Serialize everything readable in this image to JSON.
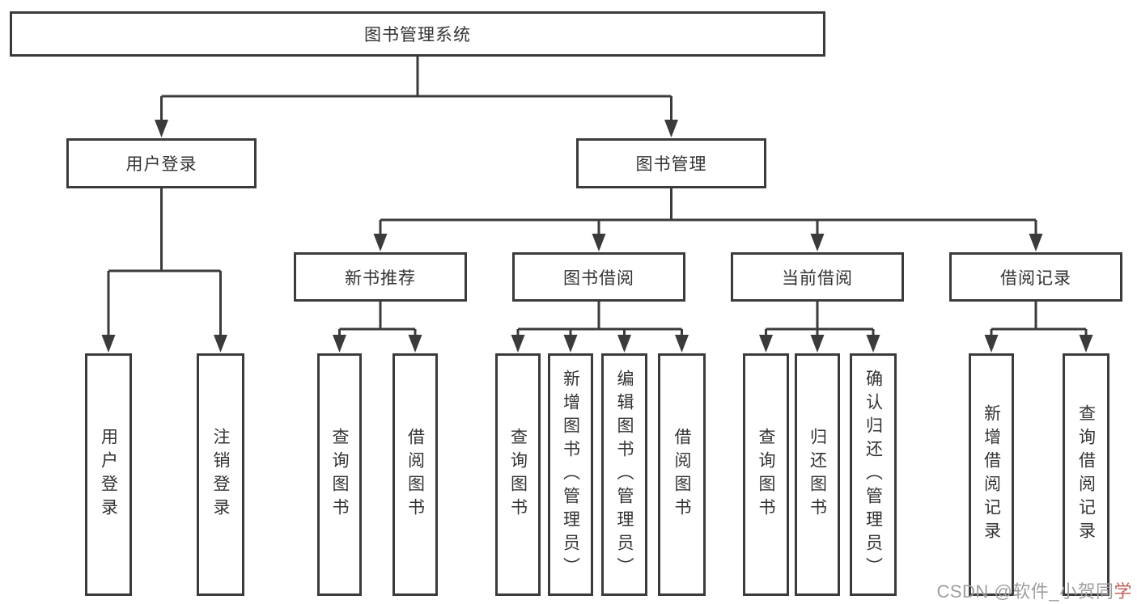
{
  "colors": {
    "line": "#3b3b3b",
    "text": "#333333",
    "background": "#ffffff",
    "watermark": "#9e9e9e",
    "watermark_accent": "#c0605e"
  },
  "tree": {
    "label": "图书管理系统",
    "children": [
      {
        "label": "用户登录",
        "children": [
          {
            "label": "用户登录"
          },
          {
            "label": "注销登录"
          }
        ]
      },
      {
        "label": "图书管理",
        "children": [
          {
            "label": "新书推荐",
            "children": [
              {
                "label": "查询图书"
              },
              {
                "label": "借阅图书"
              }
            ]
          },
          {
            "label": "图书借阅",
            "children": [
              {
                "label": "查询图书"
              },
              {
                "label": "新增图书（管理员）"
              },
              {
                "label": "编辑图书（管理员）"
              },
              {
                "label": "借阅图书"
              }
            ]
          },
          {
            "label": "当前借阅",
            "children": [
              {
                "label": "查询图书"
              },
              {
                "label": "归还图书"
              },
              {
                "label": "确认归还（管理员）"
              }
            ]
          },
          {
            "label": "借阅记录",
            "children": [
              {
                "label": "新增借阅记录"
              },
              {
                "label": "查询借阅记录"
              }
            ]
          }
        ]
      }
    ]
  },
  "watermark": {
    "prefix": "CSDN @软件_小贺同",
    "accent": "学"
  }
}
